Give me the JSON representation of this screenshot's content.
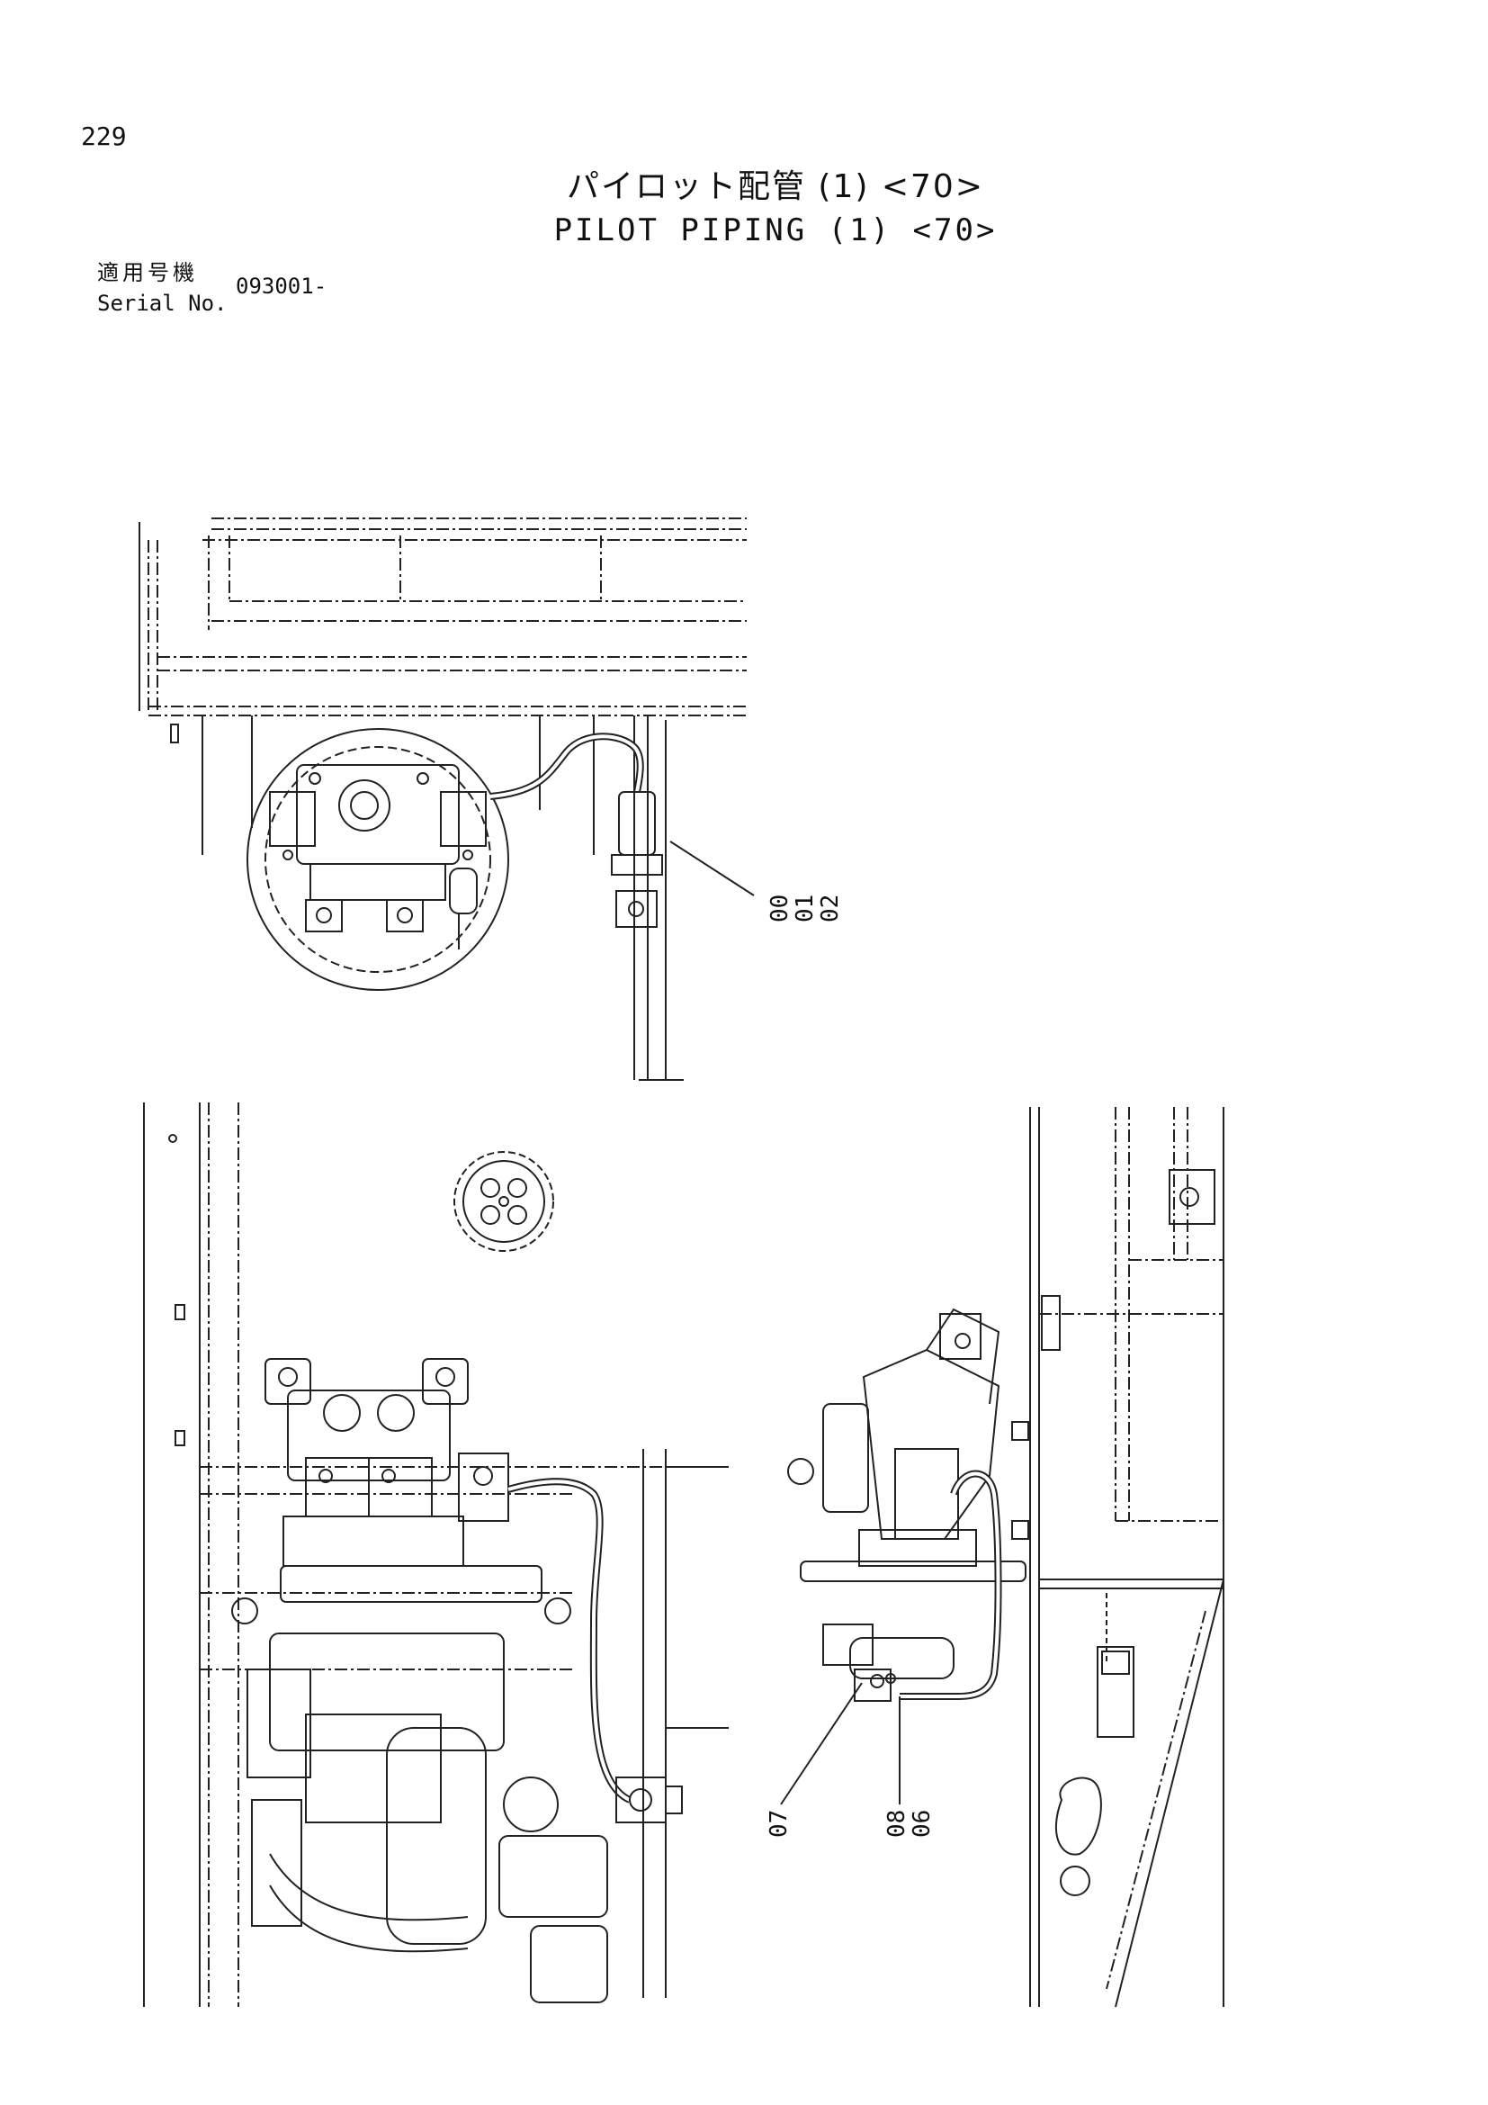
{
  "page_number": "229",
  "title": {
    "japanese": "パイロット配管 (1) <70>",
    "english": "PILOT PIPING (1) <70>"
  },
  "serial": {
    "label_ja": "適用号機",
    "label_en": "Serial No.",
    "value": "093001-"
  },
  "callouts": {
    "upper_group": [
      "00",
      "01",
      "02"
    ],
    "lower_left": "07",
    "lower_group": [
      "08",
      "06"
    ]
  }
}
